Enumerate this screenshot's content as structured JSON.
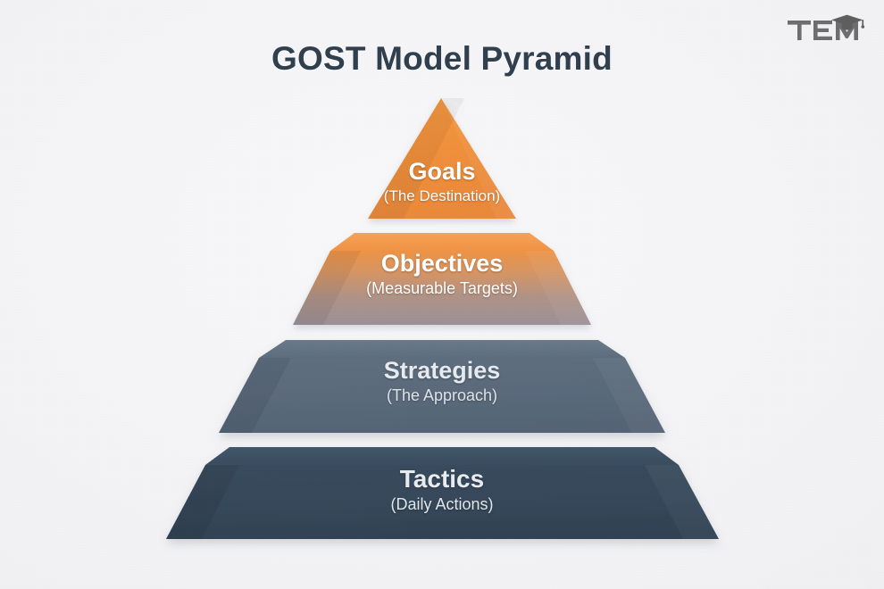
{
  "page": {
    "background_color": "#f4f4f6",
    "title": "GOST Model Pyramid",
    "title_color": "#31404f"
  },
  "logo": {
    "text": "TEM",
    "icon": "graduation-cap-icon",
    "color": "#6e6e6e"
  },
  "chart_data": {
    "type": "pyramid",
    "title": "GOST Model Pyramid",
    "levels": [
      {
        "rank": 1,
        "name": "Goals",
        "subtitle": "(The Destination)",
        "color": "#f2933e",
        "text_color": "#ffffff"
      },
      {
        "rank": 2,
        "name": "Objectives",
        "subtitle": "(Measurable Targets)",
        "color": "#e8944e",
        "color_bottom": "#9d939a",
        "text_color": "#ffffff"
      },
      {
        "rank": 3,
        "name": "Strategies",
        "subtitle": "(The Approach)",
        "color": "#5b6b7c",
        "text_color": "#e7eaee"
      },
      {
        "rank": 4,
        "name": "Tactics",
        "subtitle": "(Daily Actions)",
        "color": "#36485a",
        "text_color": "#e9ecef"
      }
    ]
  }
}
